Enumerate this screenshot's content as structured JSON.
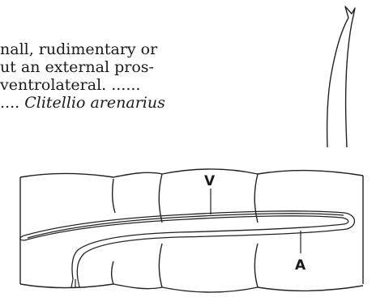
{
  "text": {
    "line1": "nall, rudimentary or",
    "line2": "ut an external pros-",
    "line3": "ventrolateral. ......",
    "line4_dots": ".... ",
    "species": "Clitellio arenarius"
  },
  "figure": {
    "label_v": "V",
    "label_a": "A"
  }
}
